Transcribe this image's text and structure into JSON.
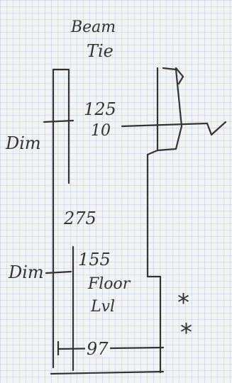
{
  "title": {
    "line1": "Beam",
    "line2": "Tie"
  },
  "labels": {
    "dim_upper": "Dim",
    "dim_lower": "Dim",
    "value_125": "125",
    "value_10": "10",
    "value_275": "275",
    "value_155": "155",
    "floor_line1": "Floor",
    "floor_line2": "Lvl",
    "value_97": "97",
    "star_1": "*",
    "star_2": "*"
  }
}
